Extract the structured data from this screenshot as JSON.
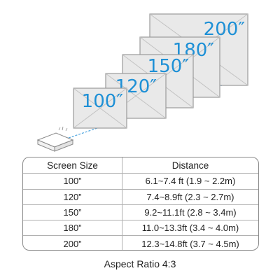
{
  "diagram": {
    "screens": [
      {
        "label": "100″"
      },
      {
        "label": "120″"
      },
      {
        "label": "150″"
      },
      {
        "label": "180″"
      },
      {
        "label": "200″"
      }
    ]
  },
  "table": {
    "headers": [
      "Screen Size",
      "Distance"
    ],
    "rows": [
      {
        "size": "100”",
        "distance": "6.1~7.4 ft (1.9 ~ 2.2m)"
      },
      {
        "size": "120”",
        "distance": "7.4~8.9ft (2.3 ~ 2.7m)"
      },
      {
        "size": "150”",
        "distance": "9.2~11.1ft (2.8 ~ 3.4m)"
      },
      {
        "size": "180”",
        "distance": "11.0~13.3ft (3.4 ~ 4.0m)"
      },
      {
        "size": "200”",
        "distance": "12.3~14.8ft (3.7 ~ 4.5m)"
      }
    ]
  },
  "footnote": "Aspect Ratio 4:3",
  "colors": {
    "accent": "#1e90d6",
    "screen_fill": "#e9e9e9",
    "screen_border": "#9a9a9a",
    "beam": "#4aa3df"
  }
}
